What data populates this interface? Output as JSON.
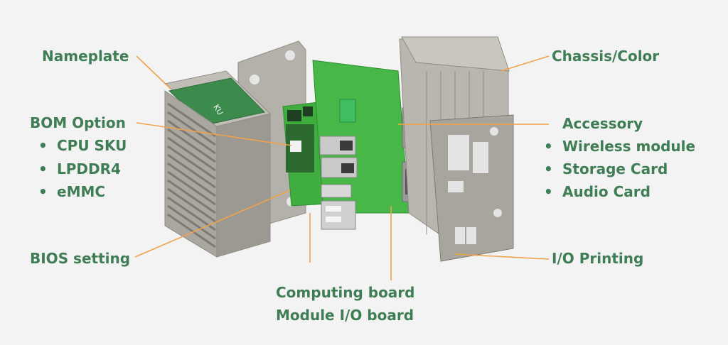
{
  "labels": {
    "nameplate": "Nameplate",
    "bom_option": "BOM Option",
    "bom_items": [
      "CPU SKU",
      "LPDDR4",
      "eMMC"
    ],
    "bios": "BIOS setting",
    "boards": [
      "Computing board",
      "Module I/O board"
    ],
    "chassis": "Chassis/Color",
    "accessory": "Accessory",
    "accessory_items": [
      "Wireless module",
      "Storage Card",
      "Audio Card"
    ],
    "io_printing": "I/O Printing"
  },
  "colors": {
    "label_green": "#3f7d55",
    "leader_orange": "#f0a24a",
    "pcb_green": "#3fae3f",
    "metal_grey": "#a8a59e",
    "nameplate_green": "#3c8a4c",
    "background": "#f3f3f3"
  }
}
